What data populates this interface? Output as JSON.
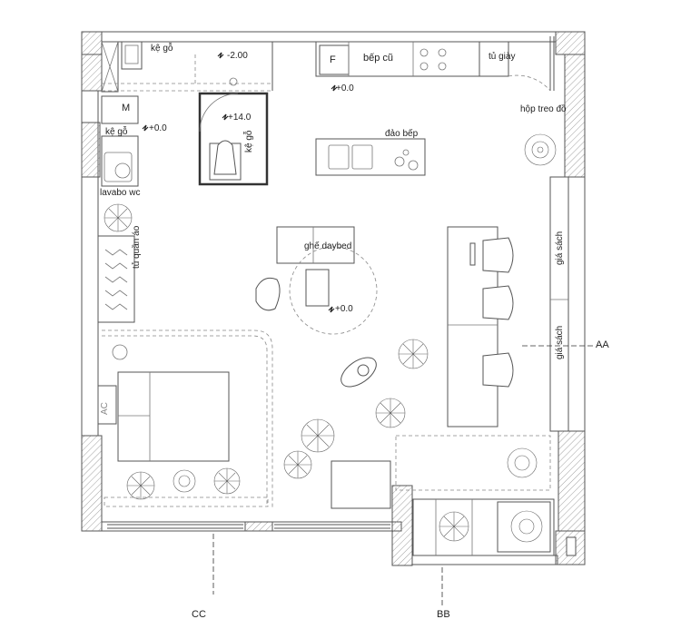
{
  "labels": {
    "ke_go_top": "kệ gỗ",
    "ke_go_left": "kệ gỗ",
    "ke_go_wc": "kệ gỗ",
    "level_minus2": "-2.00",
    "level_0_top": "+0.0",
    "level_0_left": "+0.0",
    "level_14": "+14.0",
    "level_0_center": "+0.0",
    "bep_cu": "bếp cũ",
    "fridge": "F",
    "washer": "M",
    "tu_giay": "tủ giày",
    "hop_treo_do": "hộp treo đồ",
    "dao_bep": "đảo bếp",
    "lavabo_wc": "lavabo wc",
    "tu_quan_ao": "tủ quần áo",
    "ghe_daybed": "ghế daybed",
    "gia_sach_1": "giá sách",
    "gia_sach_2": "giá sách",
    "ac": "AC",
    "section_aa": "AA",
    "section_bb": "BB",
    "section_cc": "CC"
  }
}
